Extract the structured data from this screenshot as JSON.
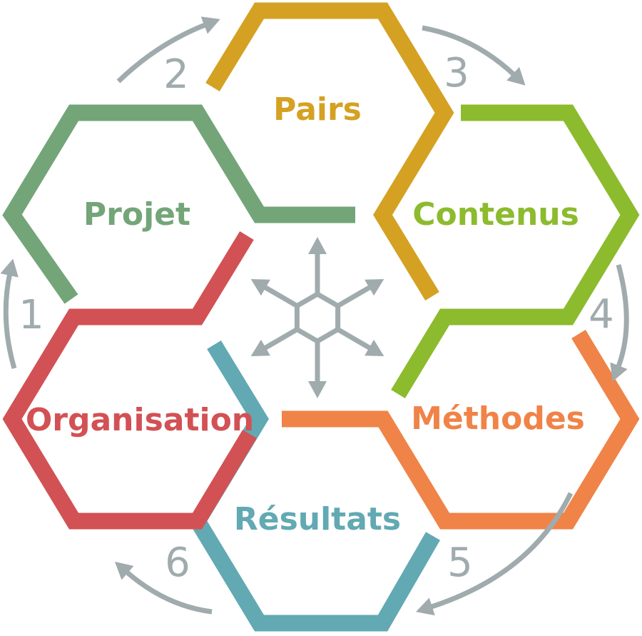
{
  "diagram": {
    "background": "#ffffff",
    "gray": "#a0abae",
    "hexagons": [
      {
        "id": "pairs",
        "label": "Pairs",
        "color": "#d4a122"
      },
      {
        "id": "contenus",
        "label": "Contenus",
        "color": "#8cbb2e"
      },
      {
        "id": "methodes",
        "label": "Méthodes",
        "color": "#f08347"
      },
      {
        "id": "resultats",
        "label": "Résultats",
        "color": "#62a9b3"
      },
      {
        "id": "organisation",
        "label": "Organisation",
        "color": "#d25154"
      },
      {
        "id": "projet",
        "label": "Projet",
        "color": "#73a578"
      }
    ],
    "sequence_numbers": [
      "1",
      "2",
      "3",
      "4",
      "5",
      "6"
    ]
  }
}
